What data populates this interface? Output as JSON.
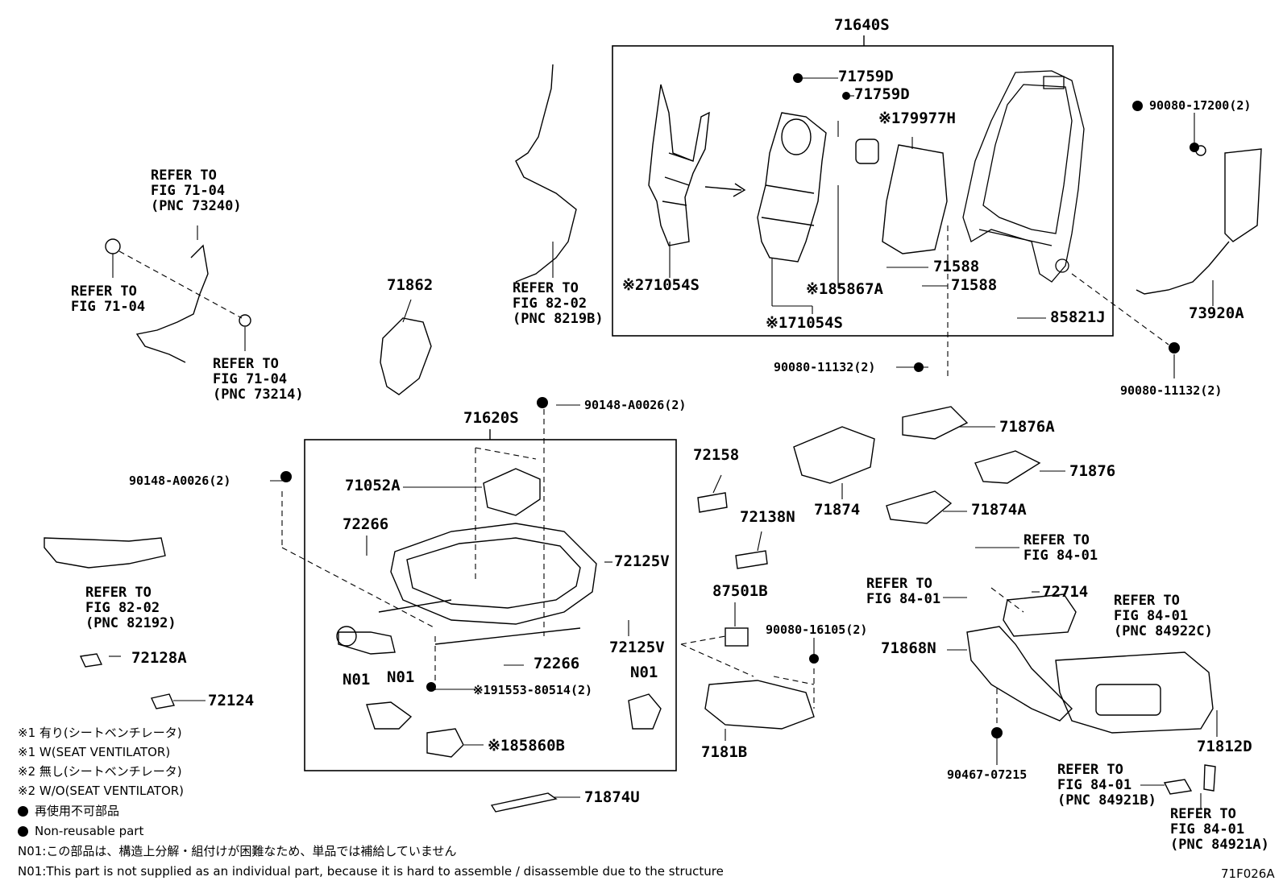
{
  "labels": {
    "p71640S": "71640S",
    "p71759D_1": "71759D",
    "p71759D_2": "71759D",
    "p79977H": "※179977H",
    "p71588_1": "71588",
    "p71588_2": "71588",
    "p85867A": "※185867A",
    "p71054S_2": "※271054S",
    "p71054S_1": "※171054S",
    "p85821J": "85821J",
    "p90080_17200": "90080-17200(2)",
    "p73920A": "73920A",
    "p90080_11132_r": "90080-11132(2)",
    "p90080_11132_c": "90080-11132(2)",
    "ref_73240": "REFER TO\nFIG 71-04\n(PNC 73240)",
    "ref_7104": "REFER TO\nFIG 71-04",
    "ref_73214": "REFER TO\nFIG 71-04\n(PNC 73214)",
    "p71862": "71862",
    "ref_8219B": "REFER TO\nFIG 82-02\n(PNC 8219B)",
    "p90148_top": "90148-A0026(2)",
    "p71620S": "71620S",
    "p90148_left": "90148-A0026(2)",
    "p71052A": "71052A",
    "p72266_top": "72266",
    "p72125V_1": "72125V",
    "p72125V_2": "72125V",
    "p72266_bot": "72266",
    "n01_a": "N01",
    "n01_b": "N01",
    "n01_c": "N01",
    "p91553": "※191553-80514(2)",
    "p85860B": "※185860B",
    "ref_82192": "REFER TO\nFIG 82-02\n(PNC 82192)",
    "p72128A": "72128A",
    "p72124": "72124",
    "p72158": "72158",
    "p72138N": "72138N",
    "p87501B": "87501B",
    "p90080_16105": "90080-16105(2)",
    "p7181B": "7181B",
    "p71874U": "71874U",
    "p71874": "71874",
    "p71876A": "71876A",
    "p71876": "71876",
    "p71874A": "71874A",
    "ref_8401_a": "REFER TO\nFIG 84-01",
    "ref_8401_b": "REFER TO\nFIG 84-01",
    "p72714": "72714",
    "ref_84922C": "REFER TO\nFIG 84-01\n(PNC 84922C)",
    "p71868N": "71868N",
    "p71812D": "71812D",
    "p90467": "90467-07215",
    "ref_84921B": "REFER TO\nFIG 84-01\n(PNC 84921B)",
    "ref_84921A": "REFER TO\nFIG 84-01\n(PNC 84921A)"
  },
  "notes": {
    "n1_ja": "※1 有り(シートベンチレータ)",
    "n1_en": "※1 W(SEAT VENTILATOR)",
    "n2_ja": "※2 無し(シートベンチレータ)",
    "n2_en": "※2 W/O(SEAT VENTILATOR)",
    "nr_ja": "再使用不可部品",
    "nr_en": "Non-reusable part",
    "n01_ja": "N01:この部品は、構造上分解・組付けが困難なため、単品では補給していません",
    "n01_en": "N01:This part is not supplied as an individual part, because it is hard to assemble / disassemble due to the structure"
  },
  "figure_id": "71F026A"
}
